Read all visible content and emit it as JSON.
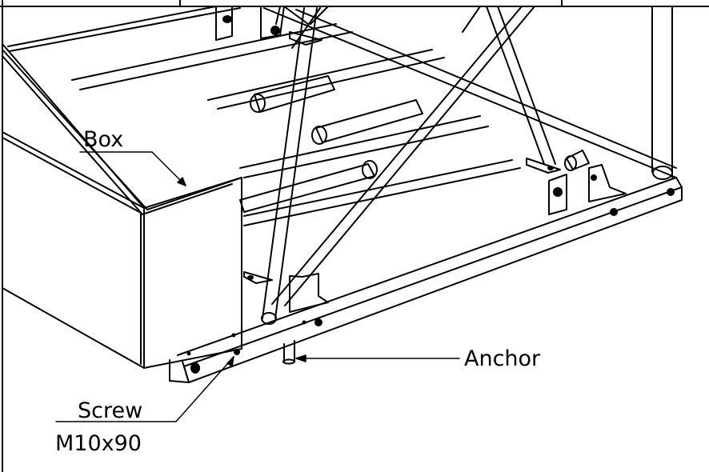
{
  "callouts": {
    "box": "Box",
    "anchor": "Anchor",
    "screw": "Screw",
    "screw_size": "M10x90"
  },
  "style": {
    "line_color": "#000000",
    "face_color": "#ffffff",
    "hole_fill": "#000000"
  }
}
